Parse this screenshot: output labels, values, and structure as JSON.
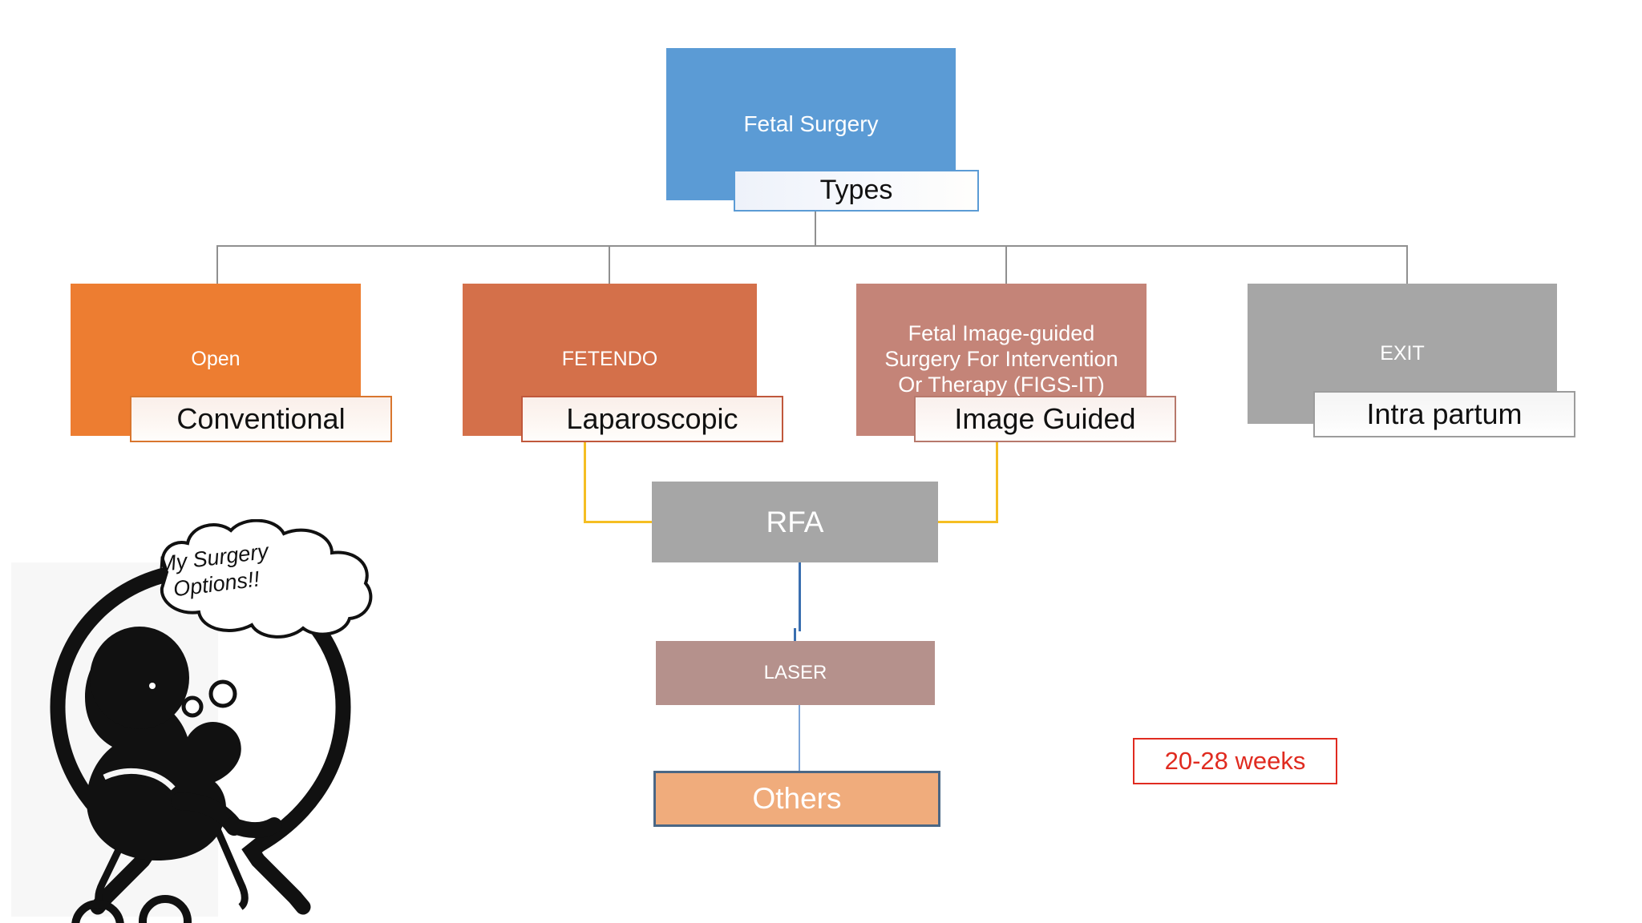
{
  "diagram": {
    "title": "Fetal Surgery Types",
    "root": {
      "label": "Fetal Surgery",
      "color": "#5B9BD5"
    },
    "root_callout": {
      "label": "Types",
      "border_color": "#5B9BD5"
    },
    "branches": [
      {
        "label": "Open",
        "color": "#ED7D31",
        "callout": {
          "label": "Conventional",
          "border_color": "#D9762E"
        }
      },
      {
        "label": "FETENDO",
        "color": "#D4704A",
        "callout": {
          "label": "Laparoscopic",
          "border_color": "#C0583C"
        }
      },
      {
        "label": "Fetal Image-guided Surgery For Intervention Or Therapy (FIGS-IT)",
        "label_lines": [
          "Fetal Image-guided",
          "Surgery For Intervention",
          "Or Therapy (FIGS-IT)"
        ],
        "color": "#C48478",
        "callout": {
          "label": "Image Guided",
          "border_color": "#B7796C"
        }
      },
      {
        "label": "EXIT",
        "color": "#A6A6A6",
        "callout": {
          "label": "Intra partum",
          "border_color": "#9C9C9C"
        }
      }
    ],
    "sub_nodes": [
      {
        "label": "RFA",
        "color": "#A6A6A6"
      },
      {
        "label": "LASER",
        "color": "#B5918C"
      },
      {
        "label": "Others",
        "color": "#F0AC7C",
        "border_color": "#4A6785"
      }
    ],
    "annotation": {
      "label": "20-28 weeks",
      "color": "#E02B20"
    },
    "illustration": {
      "name": "fetus-in-womb-with-forceps",
      "thought_bubble_lines": [
        "My Surgery",
        "Options!!"
      ],
      "thought_bubble_text": "My Surgery Options!!"
    },
    "connector_colors": {
      "tree": "#909090",
      "to_rfa": "#F5BE23",
      "rfa_to_laser": "#3A6FB0",
      "laser_to_others": "#7EA6D8"
    }
  }
}
